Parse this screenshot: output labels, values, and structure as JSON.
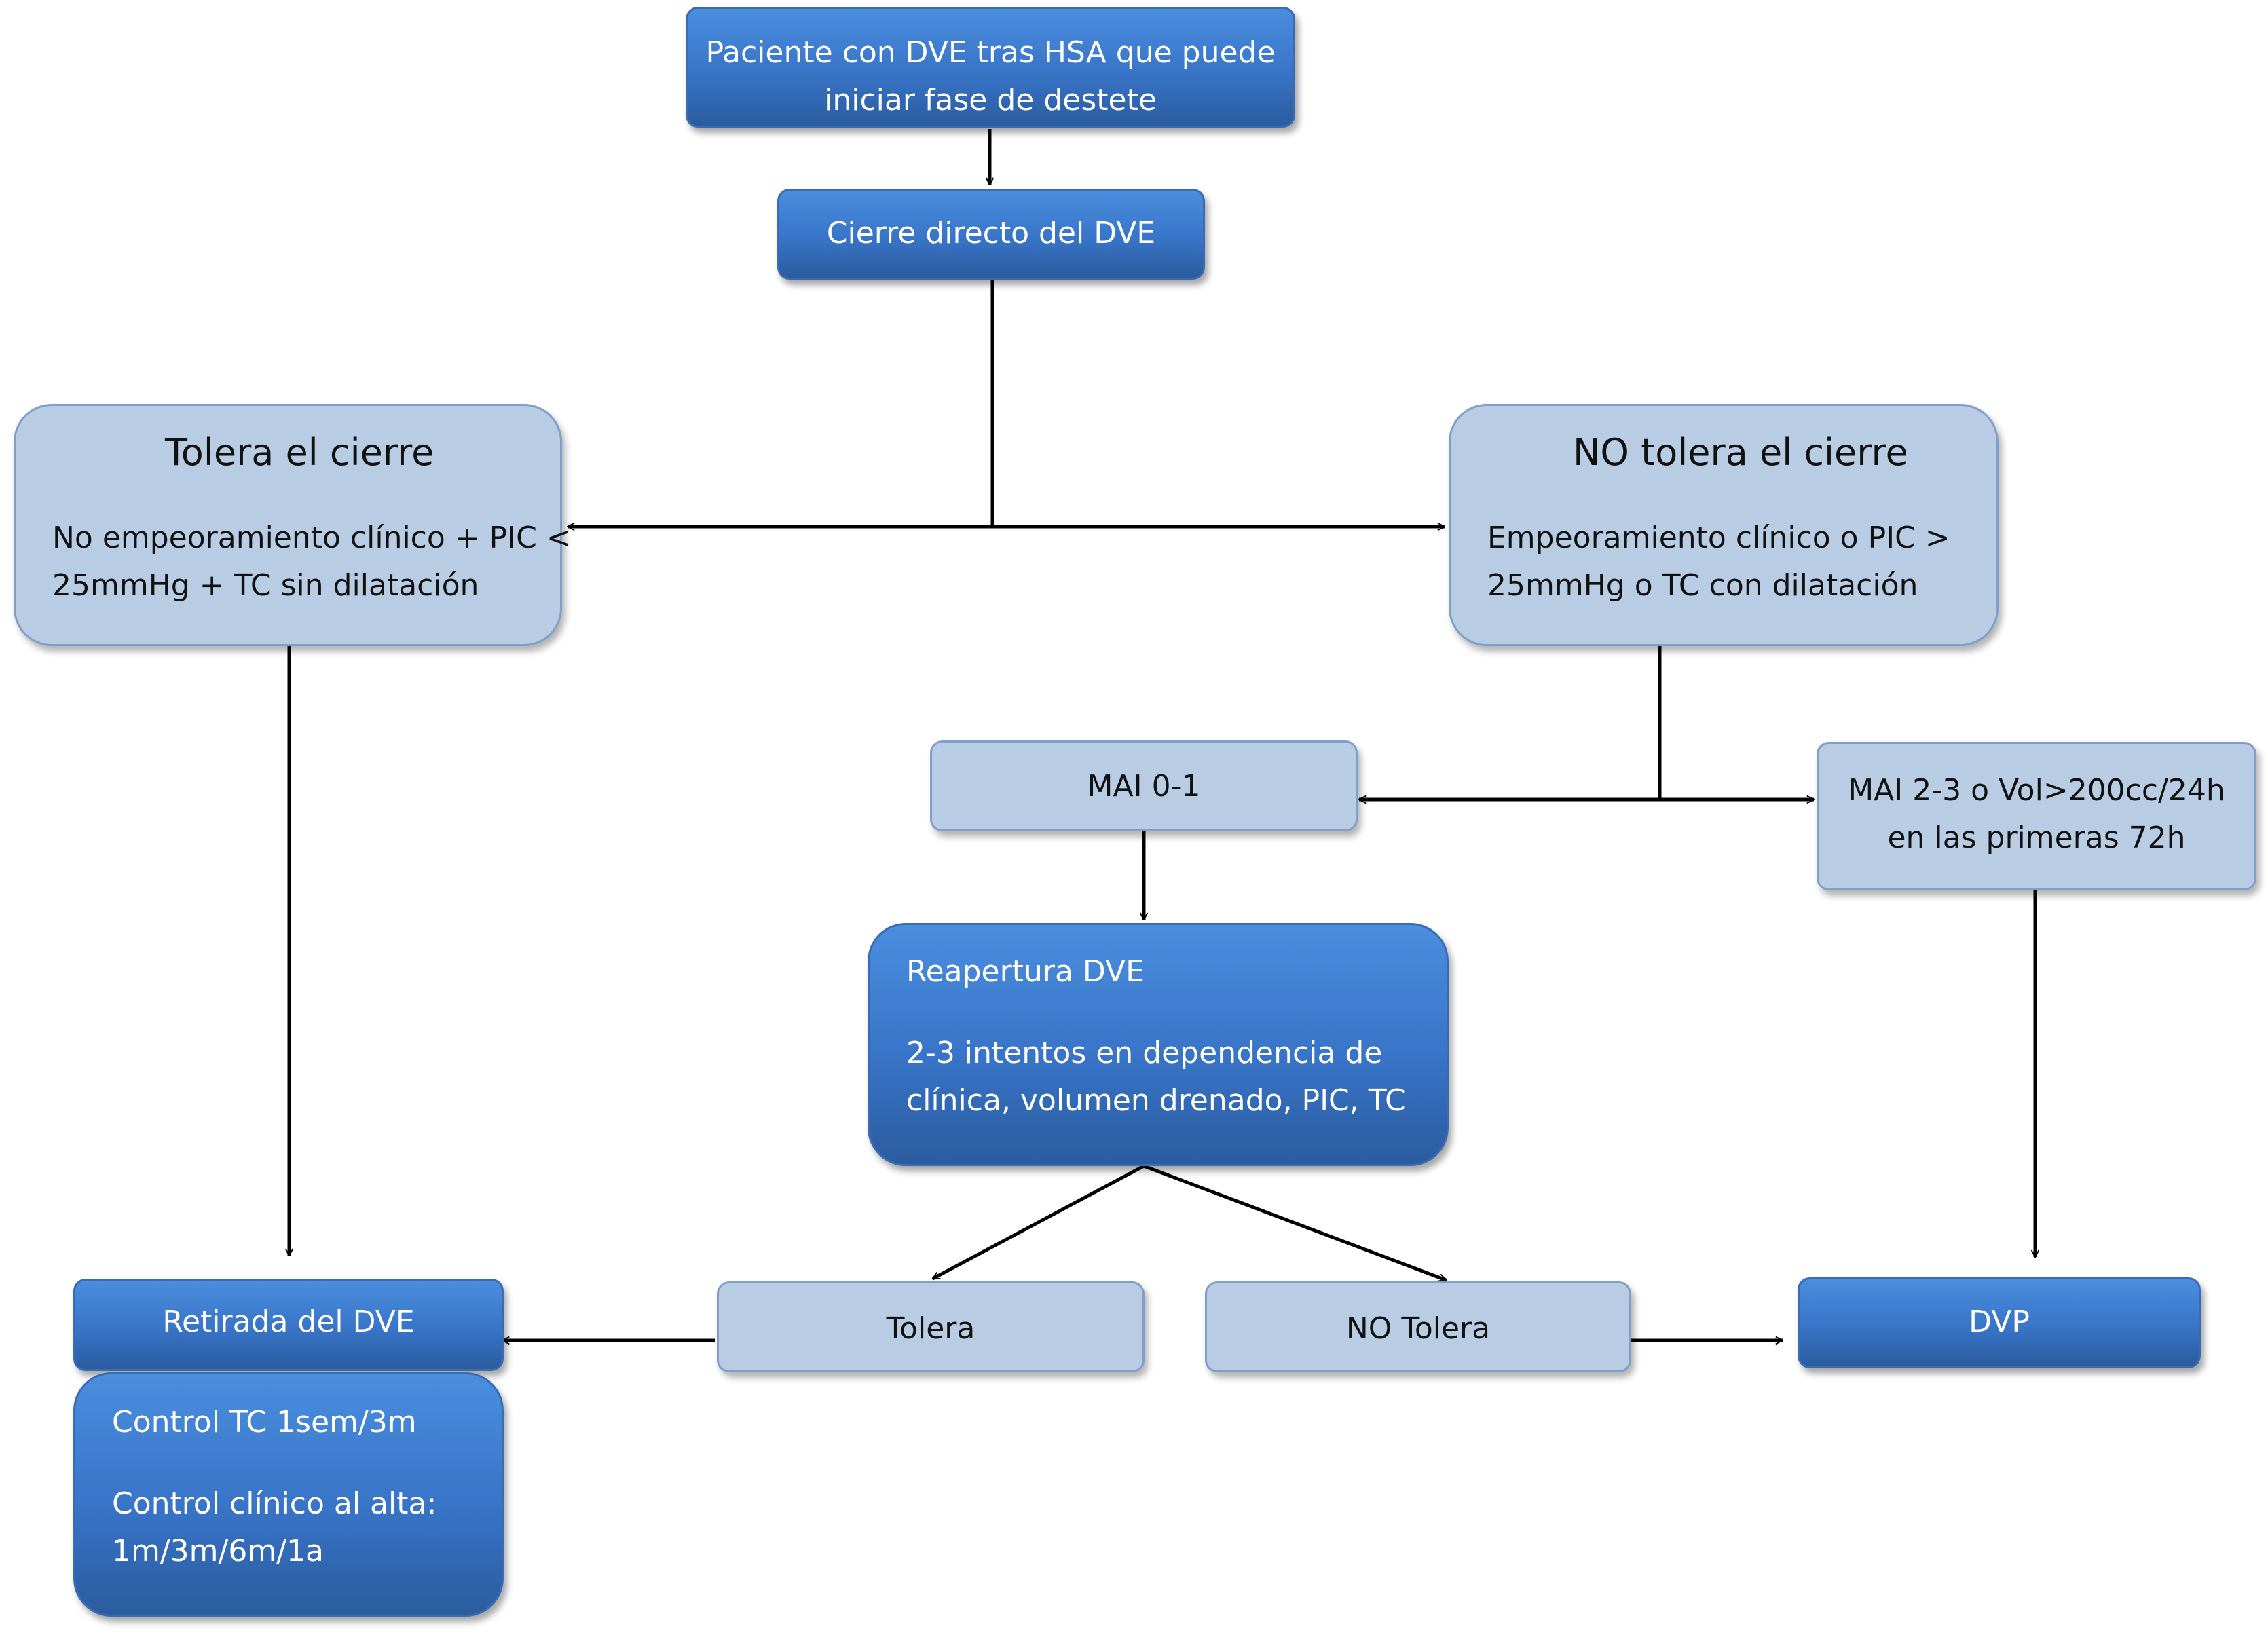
{
  "colors": {
    "dark_node": "#3874c7",
    "light_node": "#b8cce4",
    "border": "#3b6bb3",
    "connector": "#000000"
  },
  "nodes": {
    "start": {
      "line1": "Paciente con DVE tras HSA que puede",
      "line2": "iniciar fase de destete"
    },
    "direct_closure": {
      "label": "Cierre directo del DVE"
    },
    "tolerates": {
      "title": "Tolera el cierre",
      "line1": "No empeoramiento clínico + PIC <",
      "line2": "25mmHg + TC sin dilatación"
    },
    "not_tolerates": {
      "title": "NO tolera el cierre",
      "line1": "Empeoramiento clínico o PIC >",
      "line2": "25mmHg o TC con dilatación"
    },
    "mai_0_1": {
      "label": "MAI 0-1"
    },
    "mai_2_3": {
      "line1": "MAI 2-3 o Vol>200cc/24h",
      "line2": "en las primeras 72h"
    },
    "reopening": {
      "title": "Reapertura DVE",
      "line1": "2-3 intentos en dependencia de",
      "line2": "clínica, volumen drenado, PIC, TC"
    },
    "removal": {
      "label": "Retirada del DVE"
    },
    "follow_up": {
      "line1": "Control TC 1sem/3m",
      "line2": "Control clínico al alta:",
      "line3": "1m/3m/6m/1a"
    },
    "tolera": {
      "label": "Tolera"
    },
    "no_tolera": {
      "label": "NO Tolera"
    },
    "dvp": {
      "label": "DVP"
    }
  }
}
